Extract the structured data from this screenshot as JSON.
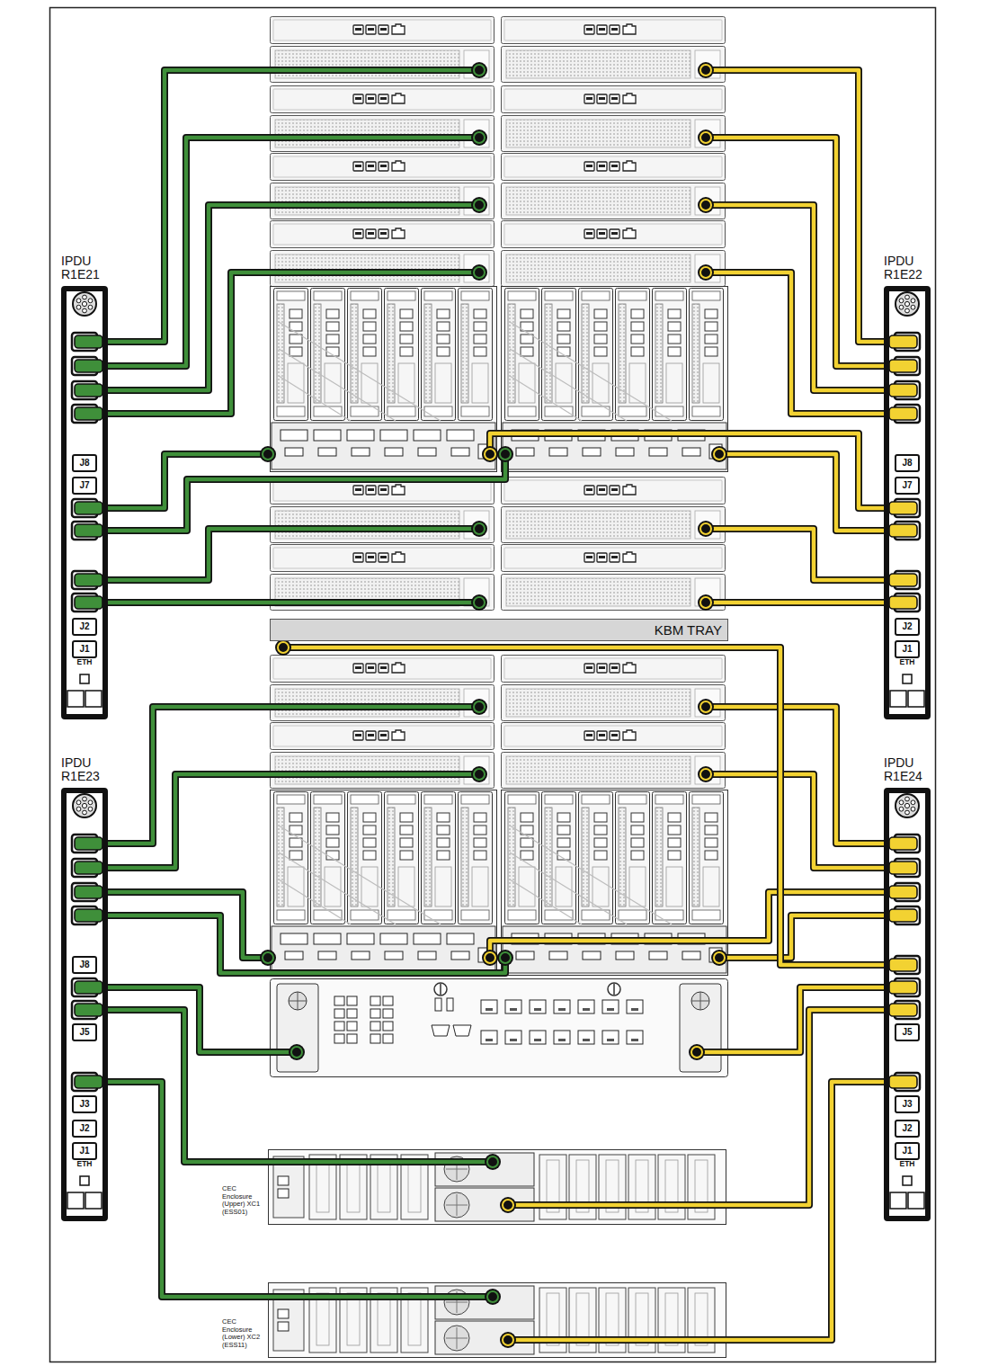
{
  "diagram": {
    "nodes": [
      {
        "text": [
          "IPDU R1E21"
        ]
      },
      {
        "text": [
          "J8"
        ],
        "in": 0
      },
      {
        "text": [
          "J7"
        ],
        "in": 0
      },
      {
        "text": [
          "J2"
        ],
        "in": 0
      },
      {
        "text": [
          "J1"
        ],
        "in": 0
      },
      {
        "text": [
          "IPDU R1E22"
        ]
      },
      {
        "text": [
          "J8"
        ],
        "in": 5
      },
      {
        "text": [
          "J7"
        ],
        "in": 5
      },
      {
        "text": [
          "J2"
        ],
        "in": 5
      },
      {
        "text": [
          "J1"
        ],
        "in": 5
      },
      {
        "text": [
          "KBM TRAY"
        ]
      },
      {
        "text": [
          "IPDU R1E23"
        ]
      },
      {
        "text": [
          "J8"
        ],
        "in": 11
      },
      {
        "text": [
          "J5"
        ],
        "in": 11
      },
      {
        "text": [
          "J3"
        ],
        "in": 11
      },
      {
        "text": [
          "J2"
        ],
        "in": 11
      },
      {
        "text": [
          "J1"
        ],
        "in": 11
      },
      {
        "text": [
          "IPDU R1E24"
        ]
      },
      {
        "text": [
          "J5"
        ],
        "in": 17
      },
      {
        "text": [
          "J3"
        ],
        "in": 17
      },
      {
        "text": [
          "J2"
        ],
        "in": 17
      },
      {
        "text": [
          "J1"
        ],
        "in": 17
      },
      {
        "text": [
          "CEC Enclosure (Upper) XC1 (ESS01)"
        ]
      },
      {
        "text": [
          "CEC Enclosure (Lower) XC2 (ESS11)"
        ]
      }
    ],
    "edges": [
      {
        "from": 10,
        "to": 17,
        "arrow": "none"
      },
      {
        "from": 22,
        "to": 11,
        "arrow": "none"
      },
      {
        "from": 22,
        "to": 17,
        "arrow": "none"
      },
      {
        "from": 23,
        "to": 11,
        "arrow": "none"
      },
      {
        "from": 23,
        "to": 17,
        "arrow": "none"
      }
    ],
    "labels": [
      "ETH",
      "ETH",
      "ETH",
      "ETH"
    ]
  }
}
